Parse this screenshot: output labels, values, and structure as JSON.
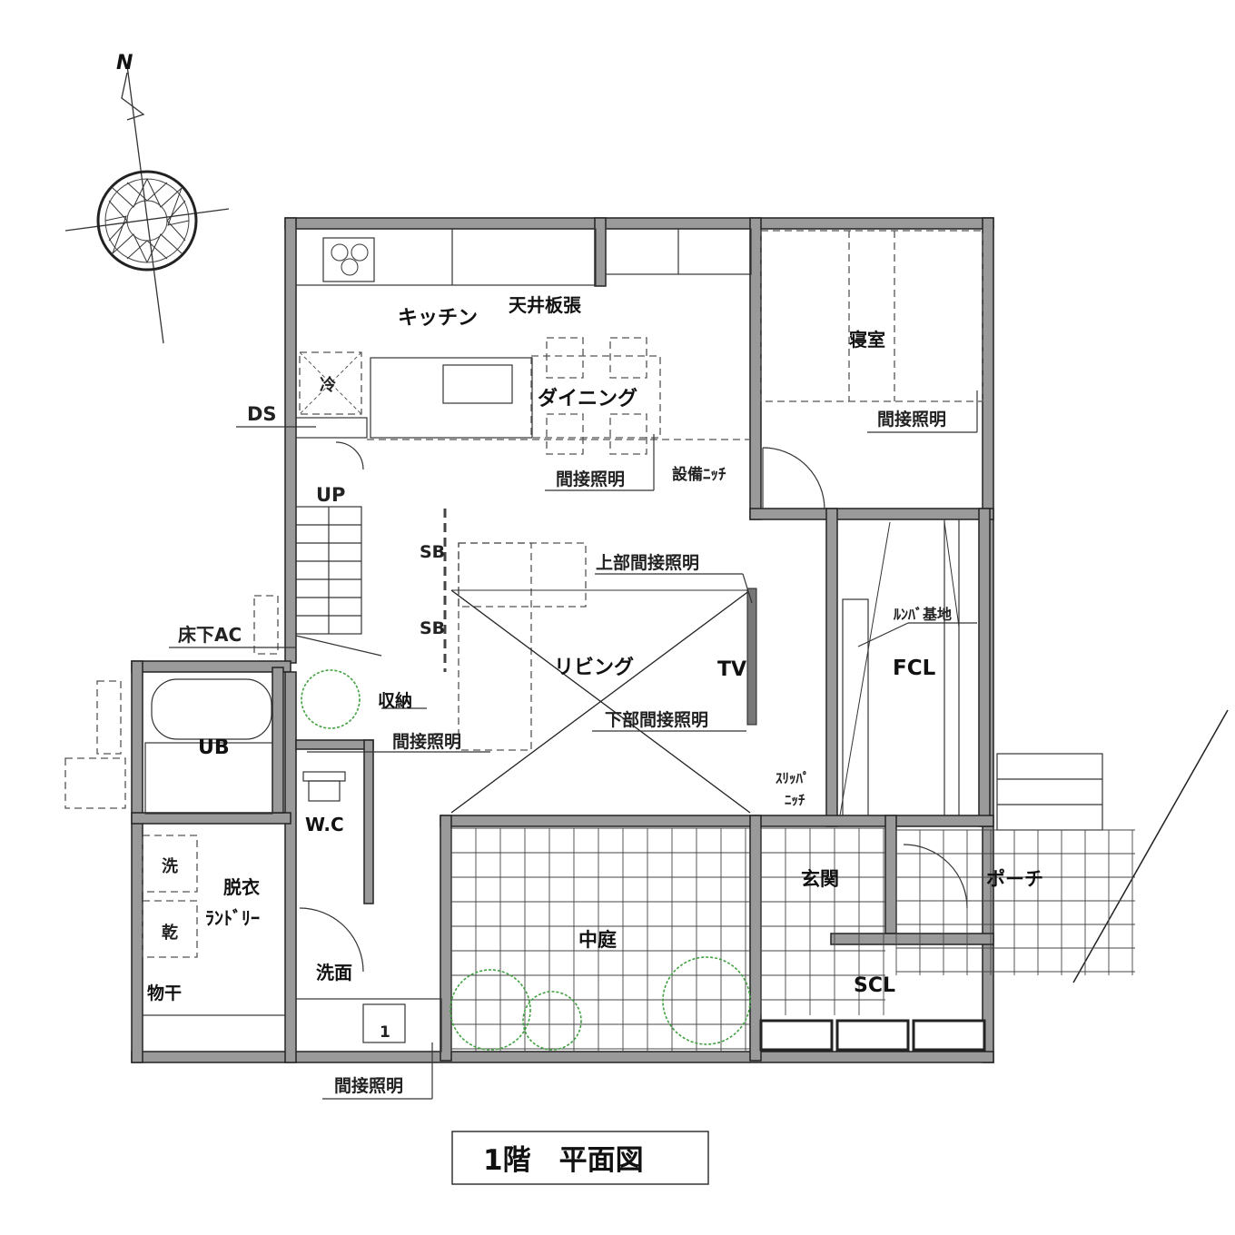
{
  "compass": {
    "north_label": "N"
  },
  "rooms": {
    "kitchen": "キッチン",
    "ceiling_board": "天井板張",
    "dining": "ダイニング",
    "bedroom": "寝室",
    "living": "リビング",
    "tv": "TV",
    "fcl": "FCL",
    "ub": "UB",
    "wc": "W.C",
    "dressing": "脱衣",
    "laundry": "ﾗﾝﾄﾞﾘｰ",
    "washstand": "洗面",
    "drying": "物干",
    "courtyard": "中庭",
    "entrance": "玄関",
    "porch": "ポーチ",
    "scl": "SCL",
    "storage": "収納"
  },
  "notes": {
    "ds": "DS",
    "up": "UP",
    "underfloor_ac": "床下AC",
    "fridge": "冷",
    "washer": "洗",
    "dryer": "乾",
    "sb_upper": "SB",
    "sb_lower": "SB",
    "indirect_dining": "間接照明",
    "indirect_bedroom": "間接照明",
    "indirect_storage": "間接照明",
    "indirect_bottom": "間接照明",
    "equipment_niche": "設備ﾆｯﾁ",
    "upper_indirect": "上部間接照明",
    "lower_indirect": "下部間接照明",
    "lumba_base": "ﾙﾝﾊﾞ基地",
    "slipper_niche_1": "ｽﾘｯﾊﾟ",
    "slipper_niche_2": "ﾆｯﾁ",
    "box_number": "1"
  },
  "title": "1階　平面図"
}
